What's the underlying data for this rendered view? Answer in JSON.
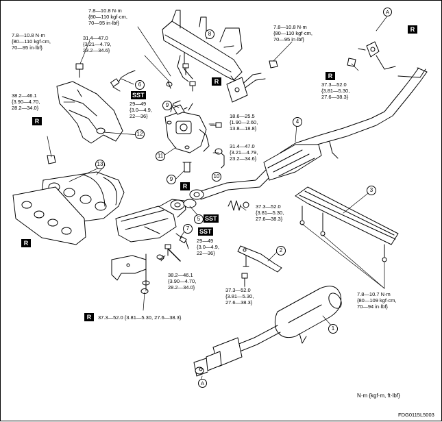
{
  "labels": {
    "torque_top_center": [
      "7.8—10.8 N·m",
      "{80—110 kgf·cm,",
      "70—95 in·lbf}"
    ],
    "torque_top_left": [
      "7.8—10.8 N·m",
      "{80—110 kgf·cm,",
      "70—95 in·lbf}"
    ],
    "torque_sensor_upper": [
      "31.4—47.0",
      "{3.21—4.79,",
      "23.2—34.6}"
    ],
    "torque_top_right": [
      "7.8—10.8 N·m",
      "{80—110 kgf·cm,",
      "70—95 in·lbf}"
    ],
    "torque_heat_shield": [
      "38.2—46.1",
      "{3.90—4.70,",
      "28.2—34.0}"
    ],
    "torque_sst_upper": [
      "29—49",
      "{3.0—4.9,",
      "22—36}"
    ],
    "torque_egr_bolt": [
      "18.6—25.5",
      "{1.90—2.60,",
      "13.8—18.8}"
    ],
    "torque_egr_pipe": [
      "31.4—47.0",
      "{3.21—4.79,",
      "23.2—34.6}"
    ],
    "torque_front_pipe_right": [
      "37.3—52.0",
      "{3.81—5.30,",
      "27.6—38.3}"
    ],
    "torque_flange": [
      "37.3—52.0",
      "{3.81—5.30,",
      "27.6—38.3}"
    ],
    "torque_sst_lower": [
      "29—49",
      "{3.0—4.9,",
      "22—36}"
    ],
    "torque_bracket_lower": [
      "38.2—46.1",
      "{3.90—4.70,",
      "28.2—34.0}"
    ],
    "torque_hanger": [
      "37.3—52.0",
      "{3.81—5.30,",
      "27.6—38.3}"
    ],
    "torque_insulator": [
      "7.8—10.7 N·m",
      "{80—109 kgf·cm,",
      "70—94 in·lbf}"
    ],
    "torque_bottom_nuts": "37.3—52.0 {3.81—5.30, 27.6—38.3}",
    "units_note": "N·m {kgf·m, ft·lbf}",
    "figure_code": "FDG0115L5003",
    "tag_r": "R",
    "tag_sst": "SST",
    "ref_a": "A"
  },
  "part_numbers": [
    "1",
    "2",
    "3",
    "4",
    "5",
    "6",
    "7",
    "8",
    "9",
    "9",
    "10",
    "11",
    "12",
    "13"
  ]
}
